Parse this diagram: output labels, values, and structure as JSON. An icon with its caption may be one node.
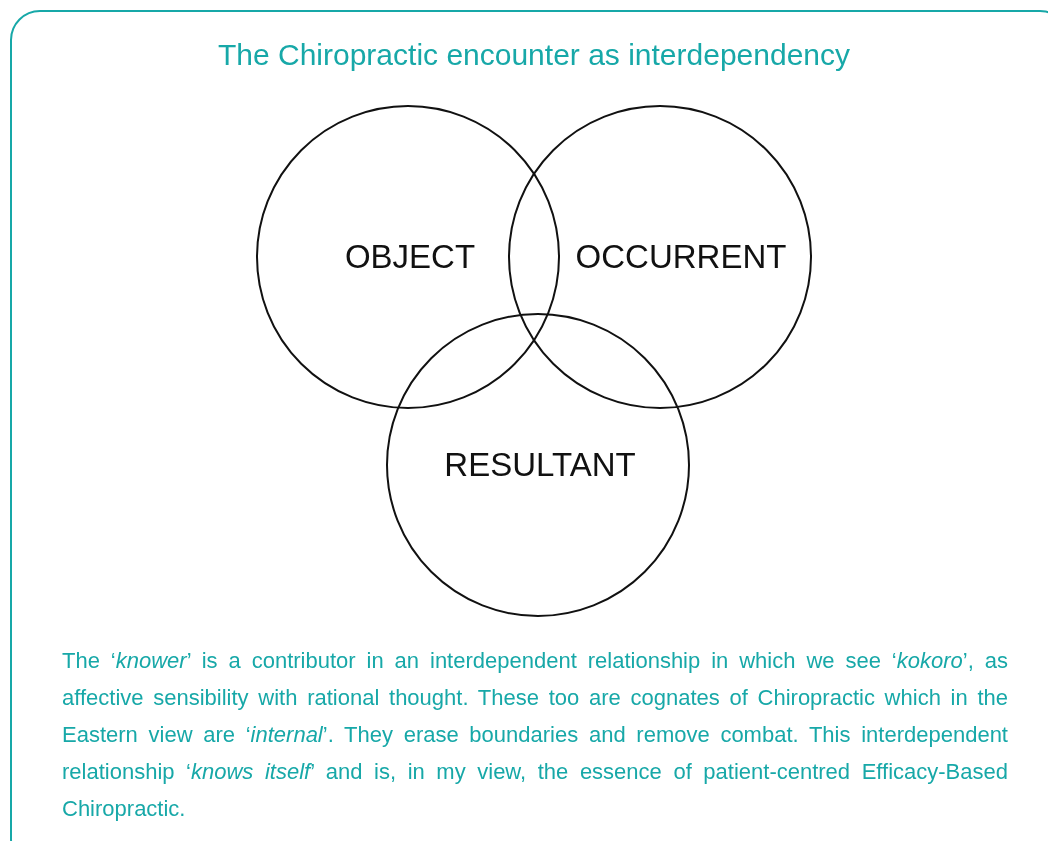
{
  "diagram": {
    "title": "The Chiropractic encounter as interdependency",
    "nodes": [
      {
        "text": [
          "OBJECT"
        ]
      },
      {
        "text": [
          "OCCURRENT"
        ]
      },
      {
        "text": [
          "RESULTANT"
        ]
      }
    ],
    "caption": "The ‘*knower*’ is a contributor in an interdependent relationship in which we see ‘*kokoro*’, as affective sensibility with rational thought. These too are cognates of Chiropractic which in the Eastern view are ‘*internal*’. They erase boundaries and remove combat. This interdependent relationship ‘*knows itself*’ and is, in my view, the essence of patient-centred Efficacy-Based Chiropractic."
  }
}
